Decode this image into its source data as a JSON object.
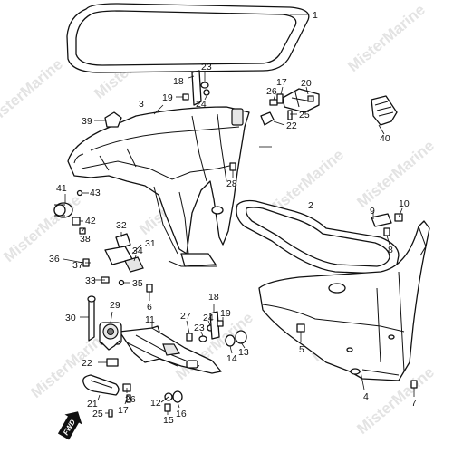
{
  "watermark": "MisterMarine",
  "fwd_label": "FWD",
  "callouts": {
    "c1": "1",
    "c2": "2",
    "c3": "3",
    "c4": "4",
    "c5": "5",
    "c6": "6",
    "c7": "7",
    "c8": "8",
    "c9": "9",
    "c10": "10",
    "c11": "11",
    "c12": "12",
    "c13": "13",
    "c14": "14",
    "c15": "15",
    "c16": "16",
    "c17a": "17",
    "c17b": "17",
    "c18a": "18",
    "c18b": "18",
    "c19a": "19",
    "c19b": "19",
    "c20": "20",
    "c21": "21",
    "c22a": "22",
    "c22b": "22",
    "c23a": "23",
    "c23b": "23",
    "c24a": "24",
    "c24b": "24",
    "c25a": "25",
    "c25b": "25",
    "c26a": "26",
    "c26b": "26",
    "c27": "27",
    "c28": "28",
    "c29": "29",
    "c30": "30",
    "c31": "31",
    "c32": "32",
    "c33": "33",
    "c34": "34",
    "c35": "35",
    "c36": "36",
    "c37": "37",
    "c38": "38",
    "c39": "39",
    "c40": "40",
    "c41": "41",
    "c42": "42",
    "c43": "43"
  },
  "colors": {
    "line": "#111111",
    "fill": "#ffffff",
    "watermark": "#d8d8d8"
  }
}
